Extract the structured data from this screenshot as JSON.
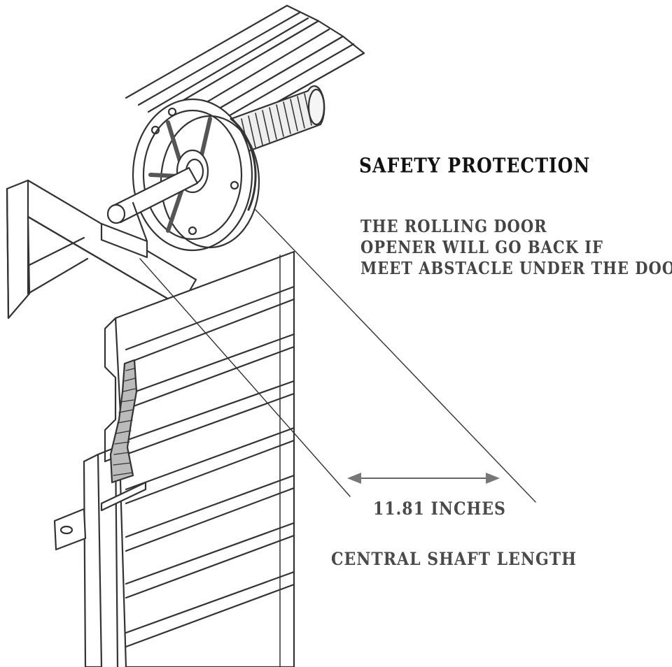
{
  "title": "SAFETY PROTECTION",
  "description_lines": [
    "THE ROLLING DOOR",
    "OPENER WILL GO BACK IF",
    "MEET ABSTACLE UNDER THE DOOR."
  ],
  "measurement": "11.81 INCHES",
  "caption": "CENTRAL SHAFT LENGTH",
  "colors": {
    "line": "#333333",
    "fill": "#ffffff",
    "shade": "#d9d9d9",
    "title": "#111111",
    "text": "#4a4a4a"
  }
}
